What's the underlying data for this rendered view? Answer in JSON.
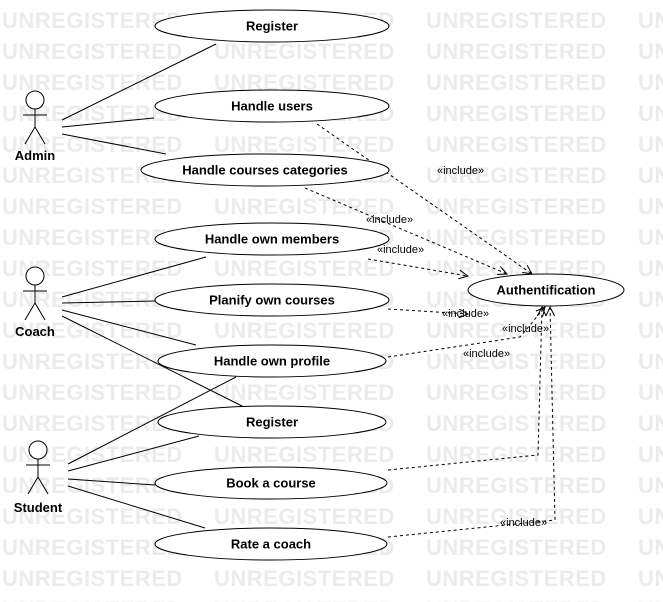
{
  "watermark": "UNREGISTERED",
  "colors": {
    "stroke": "#000000",
    "watermark": "#ebebeb",
    "background": "#ffffff"
  },
  "actors": [
    {
      "id": "admin",
      "label": "Admin"
    },
    {
      "id": "coach",
      "label": "Coach"
    },
    {
      "id": "student",
      "label": "Student"
    }
  ],
  "use_cases": [
    {
      "id": "register-admin",
      "label": "Register"
    },
    {
      "id": "handle-users",
      "label": "Handle users"
    },
    {
      "id": "handle-courses-categories",
      "label": "Handle courses categories"
    },
    {
      "id": "handle-own-members",
      "label": "Handle own members"
    },
    {
      "id": "planify-own-courses",
      "label": "Planify own courses"
    },
    {
      "id": "handle-own-profile",
      "label": "Handle own profile"
    },
    {
      "id": "register-shared",
      "label": "Register"
    },
    {
      "id": "book-a-course",
      "label": "Book a course"
    },
    {
      "id": "rate-a-coach",
      "label": "Rate a coach"
    },
    {
      "id": "authentification",
      "label": "Authentification"
    }
  ],
  "associations": [
    {
      "actor": "admin",
      "use_case": "register-admin"
    },
    {
      "actor": "admin",
      "use_case": "handle-users"
    },
    {
      "actor": "admin",
      "use_case": "handle-courses-categories"
    },
    {
      "actor": "coach",
      "use_case": "handle-own-members"
    },
    {
      "actor": "coach",
      "use_case": "planify-own-courses"
    },
    {
      "actor": "coach",
      "use_case": "handle-own-profile"
    },
    {
      "actor": "coach",
      "use_case": "register-shared"
    },
    {
      "actor": "student",
      "use_case": "handle-own-profile"
    },
    {
      "actor": "student",
      "use_case": "register-shared"
    },
    {
      "actor": "student",
      "use_case": "book-a-course"
    },
    {
      "actor": "student",
      "use_case": "rate-a-coach"
    }
  ],
  "includes": [
    {
      "from": "handle-users",
      "to": "authentification",
      "label": "«include»"
    },
    {
      "from": "handle-courses-categories",
      "to": "authentification",
      "label": "«include»"
    },
    {
      "from": "handle-own-members",
      "to": "authentification",
      "label": "«include»"
    },
    {
      "from": "planify-own-courses",
      "to": "authentification",
      "label": "«include»"
    },
    {
      "from": "handle-own-profile",
      "to": "authentification",
      "label": "«include»"
    },
    {
      "from": "book-a-course",
      "to": "authentification",
      "label": "«include»"
    },
    {
      "from": "rate-a-coach",
      "to": "authentification",
      "label": "«include»"
    }
  ]
}
